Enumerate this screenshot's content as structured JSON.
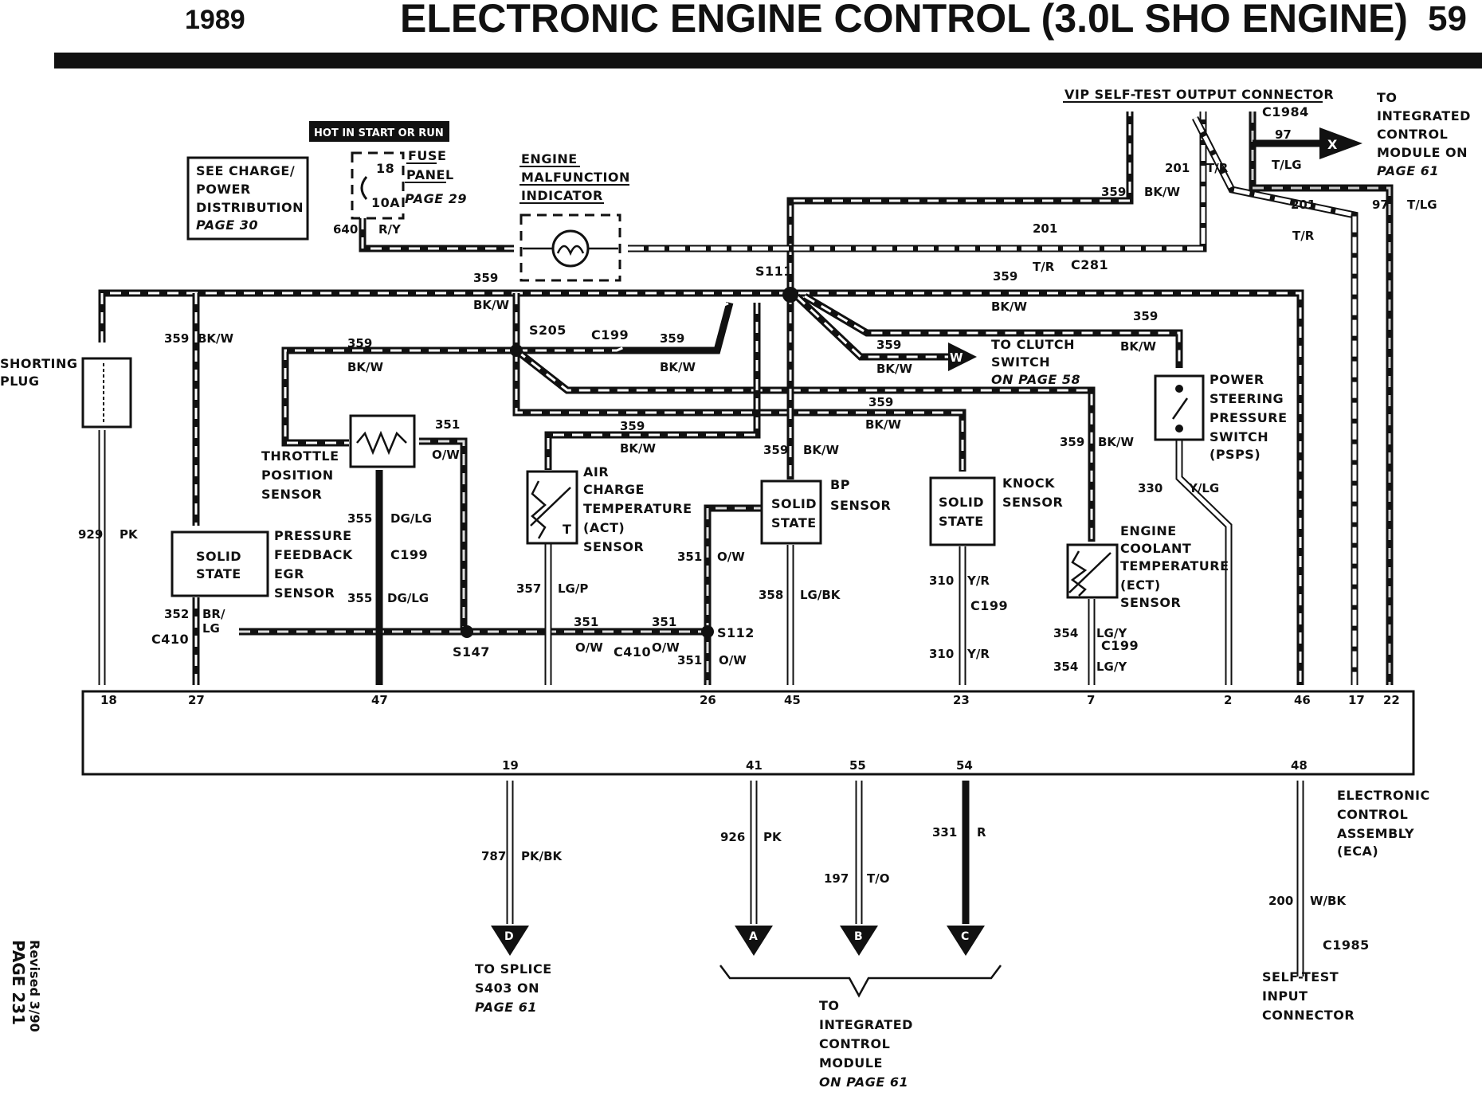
{
  "header": {
    "year": "1989",
    "title": "ELECTRONIC ENGINE CONTROL (3.0L SHO ENGINE)",
    "page_number": "59"
  },
  "margin": {
    "revised": "Revised 3/90",
    "page": "PAGE 231"
  },
  "notes": {
    "charge_line1": "SEE CHARGE/",
    "charge_line2": "POWER",
    "charge_line3": "DISTRIBUTION",
    "charge_page": "PAGE 30",
    "hot_in": "HOT IN START OR RUN"
  },
  "fuse": {
    "number": "18",
    "rating": "10A",
    "label1": "FUSE",
    "label2": "PANEL",
    "page": "PAGE 29",
    "wire_num": "640",
    "wire_color": "R/Y"
  },
  "components": {
    "emi1": "ENGINE",
    "emi2": "MALFUNCTION",
    "emi3": "INDICATOR",
    "vip": "VIP SELF-TEST OUTPUT CONNECTOR",
    "c1984": "C1984",
    "icm_top1": "TO",
    "icm_top2": "INTEGRATED",
    "icm_top3": "CONTROL",
    "icm_top4": "MODULE ON",
    "icm_top5": "PAGE 61",
    "shorting1": "SHORTING",
    "shorting2": "PLUG",
    "tps1": "THROTTLE",
    "tps2": "POSITION",
    "tps3": "SENSOR",
    "pfe1": "PRESSURE",
    "pfe2": "FEEDBACK",
    "pfe3": "EGR",
    "pfe4": "SENSOR",
    "solid": "SOLID",
    "state": "STATE",
    "act1": "AIR",
    "act2": "CHARGE",
    "act3": "TEMPERATURE",
    "act4": "(ACT)",
    "act5": "SENSOR",
    "act_t": "T",
    "bp1": "BP",
    "bp2": "SENSOR",
    "knock1": "KNOCK",
    "knock2": "SENSOR",
    "ect1": "ENGINE",
    "ect2": "COOLANT",
    "ect3": "TEMPERATURE",
    "ect4": "(ECT)",
    "ect5": "SENSOR",
    "ps1": "POWER",
    "ps2": "STEERING",
    "ps3": "PRESSURE",
    "ps4": "SWITCH",
    "ps5": "(PSPS)",
    "clutch1": "TO CLUTCH",
    "clutch2": "SWITCH",
    "clutch3": "ON PAGE 58",
    "eca1": "ELECTRONIC",
    "eca2": "CONTROL",
    "eca3": "ASSEMBLY",
    "eca4": "(ECA)",
    "splice1": "TO SPLICE",
    "splice2": "S403 ON",
    "splice3": "PAGE 61",
    "icmb1": "TO",
    "icmb2": "INTEGRATED",
    "icmb3": "CONTROL",
    "icmb4": "MODULE",
    "icmb5": "ON PAGE 61",
    "st1": "SELF-TEST",
    "st2": "INPUT",
    "st3": "CONNECTOR",
    "c1985": "C1985"
  },
  "connectors": {
    "s111": "S111",
    "s205": "S205",
    "c199": "C199",
    "c281": "C281",
    "c410": "C410",
    "s147": "S147",
    "s112": "S112"
  },
  "wires": {
    "n359": "359",
    "bkw": "BK/W",
    "n201": "201",
    "tr": "T/R",
    "n97": "97",
    "tlg": "T/LG",
    "n351": "351",
    "ow": "O/W",
    "n929": "929",
    "pk": "PK",
    "n355": "355",
    "dglg": "DG/LG",
    "n352": "352",
    "brlg1": "BR/",
    "brlg2": "LG",
    "n357": "357",
    "lgp": "LG/P",
    "n358": "358",
    "lgbk": "LG/BK",
    "n310": "310",
    "yr": "Y/R",
    "n354": "354",
    "lgy": "LG/Y",
    "n330": "330",
    "ylg": "Y/LG",
    "n787": "787",
    "pkbk": "PK/BK",
    "n926": "926",
    "n197": "197",
    "to": "T/O",
    "n331": "331",
    "r": "R",
    "n200": "200",
    "wbk": "W/BK"
  },
  "pins_top": [
    "18",
    "27",
    "47",
    "26",
    "45",
    "23",
    "7",
    "2",
    "46",
    "17",
    "22"
  ],
  "pins_bottom": [
    "19",
    "41",
    "55",
    "54",
    "48"
  ],
  "arrows": {
    "x": "X",
    "w": "W",
    "d": "D",
    "a": "A",
    "b": "B",
    "c": "C"
  }
}
